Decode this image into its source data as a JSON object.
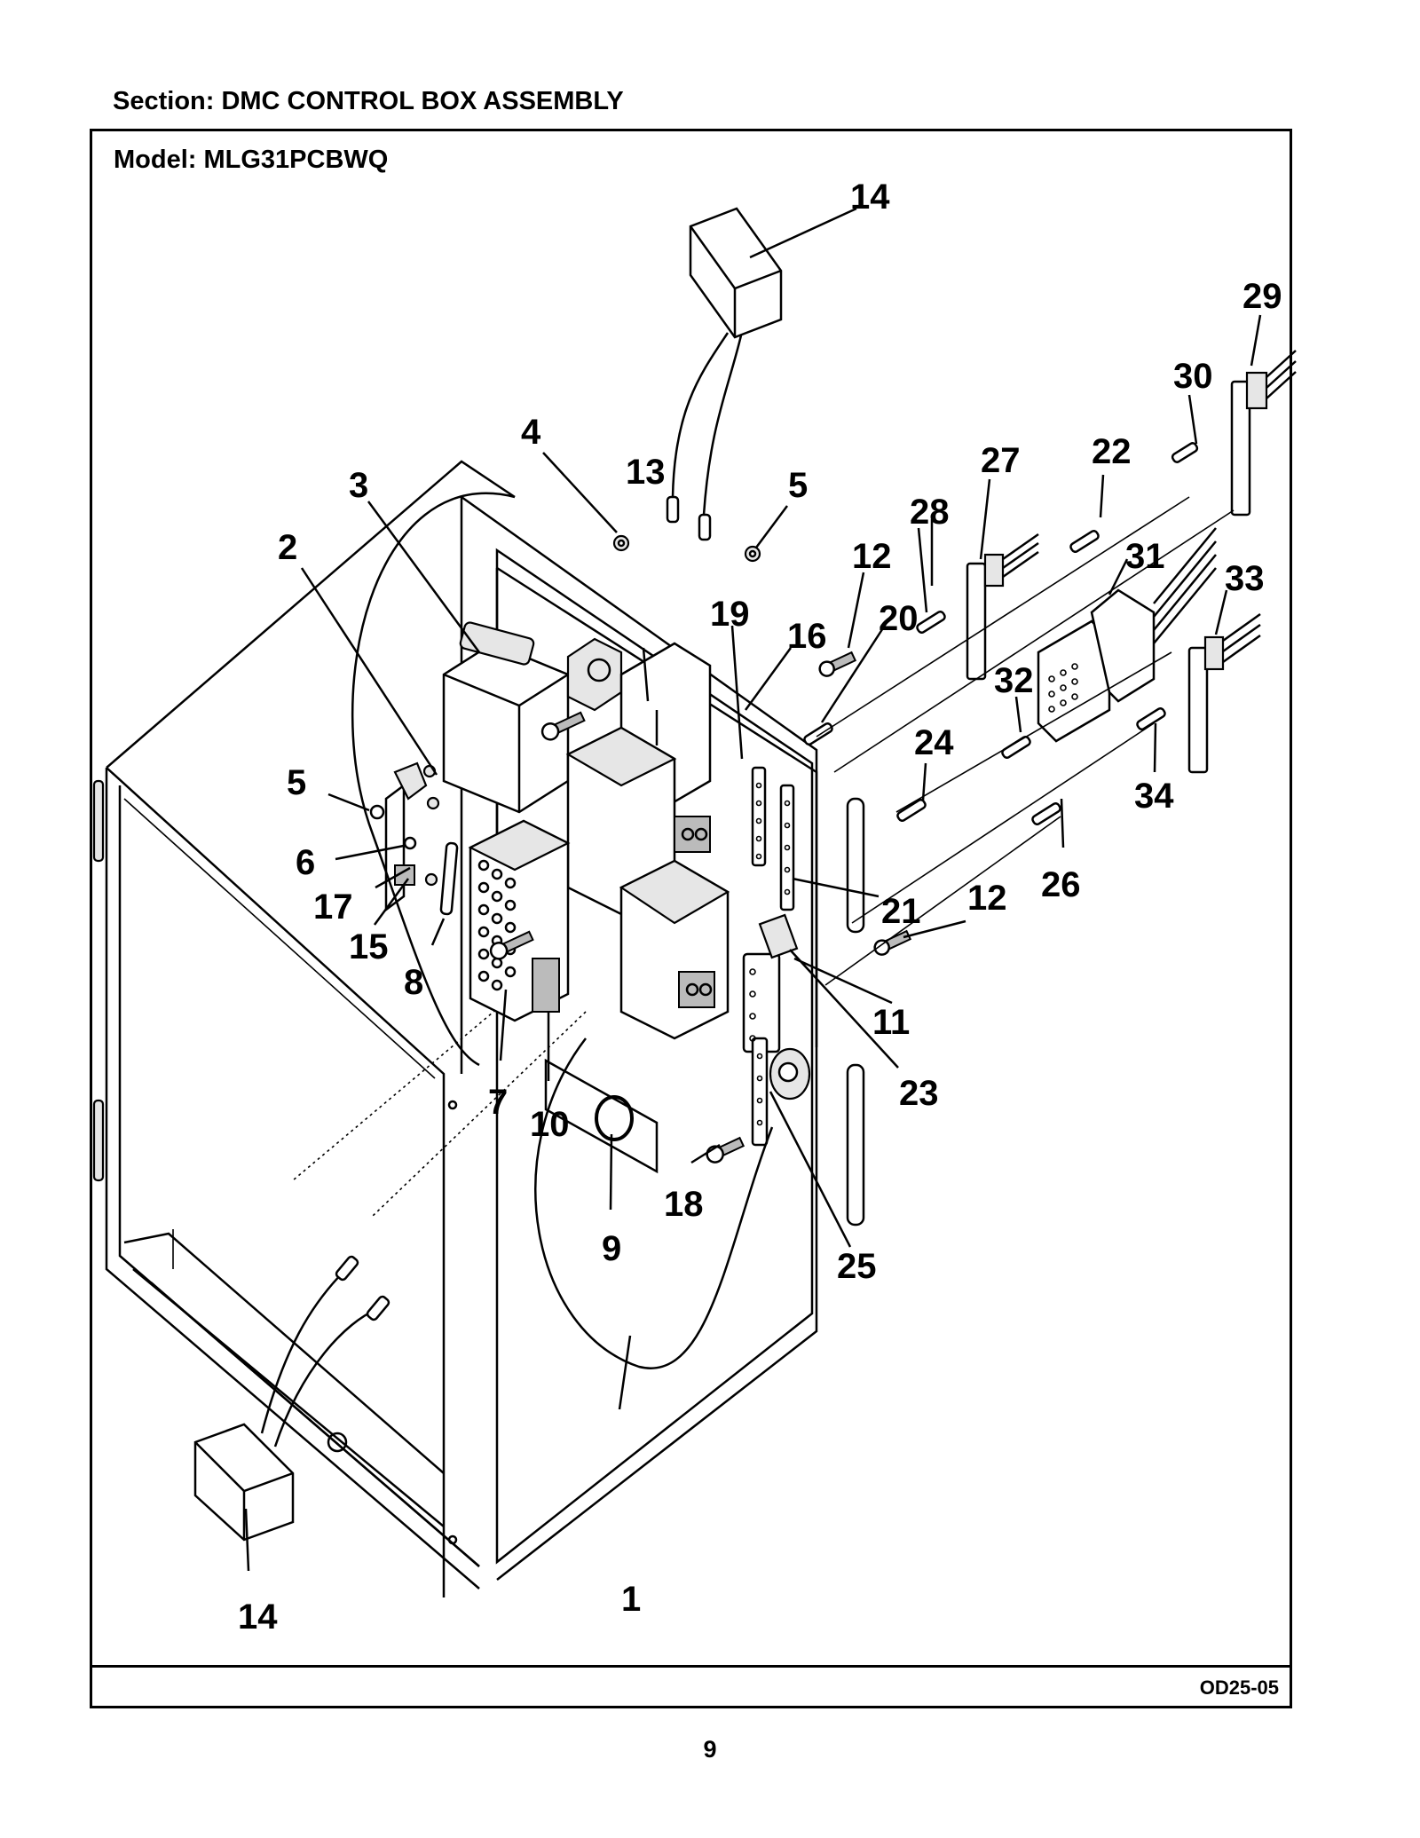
{
  "section": "Section:  DMC CONTROL BOX ASSEMBLY",
  "model": "Model:  MLG31PCBWQ",
  "drawing_code": "OD25-05",
  "page_number": "9",
  "callouts": {
    "c1": "1",
    "c2": "2",
    "c3": "3",
    "c4": "4",
    "c5a": "5",
    "c5b": "5",
    "c6": "6",
    "c7": "7",
    "c8": "8",
    "c9": "9",
    "c10": "10",
    "c11": "11",
    "c12a": "12",
    "c12b": "12",
    "c13": "13",
    "c14a": "14",
    "c14b": "14",
    "c15": "15",
    "c16": "16",
    "c17": "17",
    "c18": "18",
    "c19": "19",
    "c20": "20",
    "c21": "21",
    "c22": "22",
    "c23": "23",
    "c24": "24",
    "c25": "25",
    "c26": "26",
    "c27": "27",
    "c28": "28",
    "c29": "29",
    "c30": "30",
    "c31": "31",
    "c32": "32",
    "c33": "33",
    "c34": "34"
  }
}
